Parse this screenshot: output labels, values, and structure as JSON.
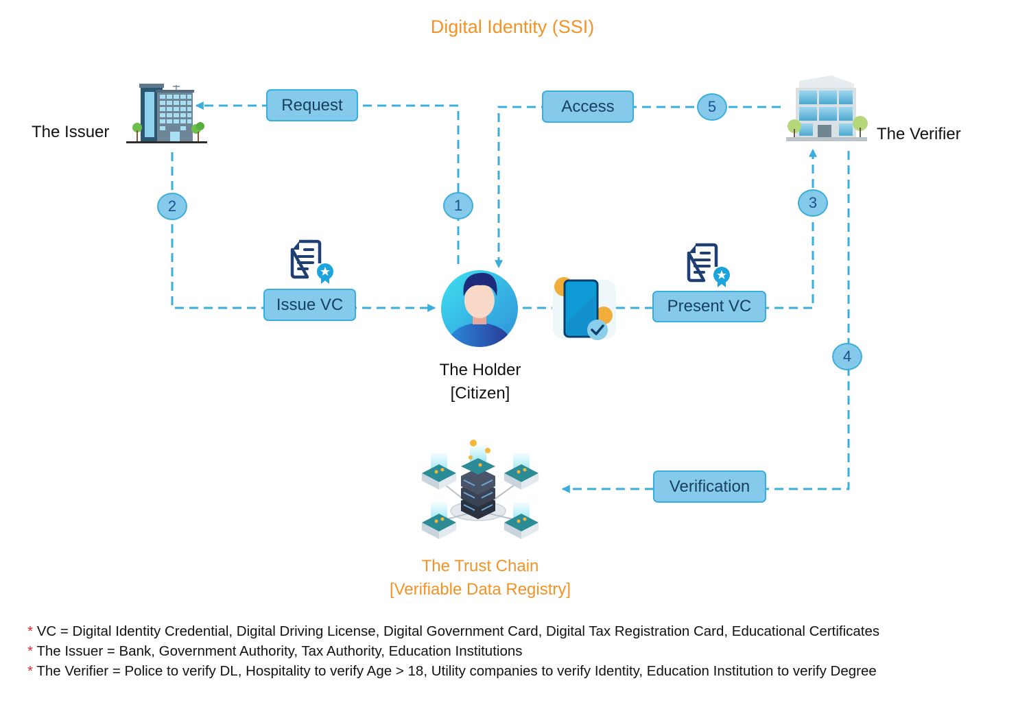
{
  "title": "Digital Identity (SSI)",
  "colors": {
    "title": "#F39325",
    "connector": "#3AAEDB",
    "pill_fill": "#85CAEA",
    "pill_text": "#173F5F",
    "note_star": "#E3262B"
  },
  "nodes": {
    "issuer": {
      "label": "The Issuer",
      "icon": "office-building-icon"
    },
    "verifier": {
      "label": "The Verifier",
      "icon": "glass-office-building-icon"
    },
    "holder": {
      "label_line1": "The Holder",
      "label_line2": "[Citizen]",
      "icon": "user-avatar-icon"
    },
    "wallet": {
      "icon": "mobile-wallet-check-icon"
    },
    "trust_chain": {
      "label_line1": "The Trust Chain",
      "label_line2": "[Verifiable Data Registry]",
      "icon": "blockchain-network-icon"
    }
  },
  "actions": {
    "request": "Request",
    "access": "Access",
    "issue_vc": "Issue VC",
    "present_vc": "Present VC",
    "verification": "Verification"
  },
  "credential_icon": "certificate-document-icon",
  "steps": [
    "1",
    "2",
    "3",
    "4",
    "5"
  ],
  "notes": [
    {
      "marker": "*",
      "text": "VC = Digital Identity Credential, Digital Driving License, Digital Government Card, Digital Tax Registration Card, Educational Certificates"
    },
    {
      "marker": "*",
      "text": "The Issuer = Bank, Government Authority, Tax Authority, Education Institutions"
    },
    {
      "marker": "*",
      "text": "The Verifier = Police to verify DL, Hospitality to verify Age > 18, Utility companies to verify Identity,  Education Institution to verify Degree"
    }
  ]
}
